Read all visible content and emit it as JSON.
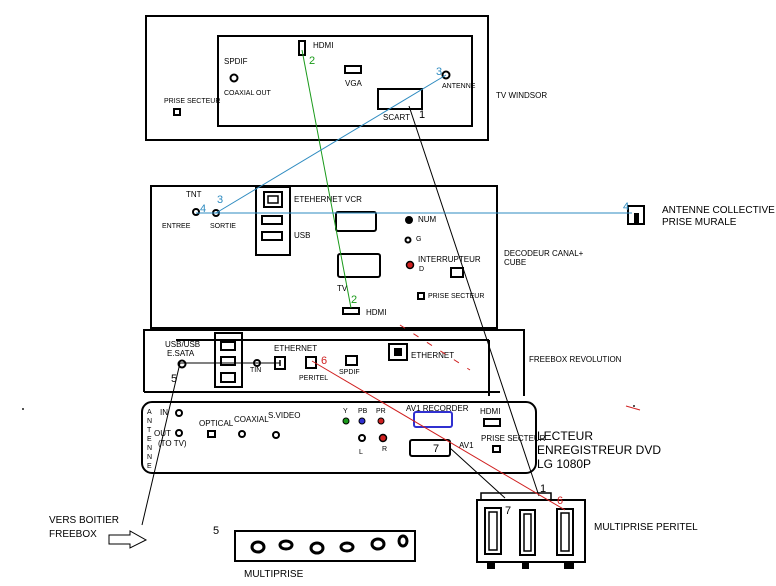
{
  "tv": {
    "hdmi": "HDMI",
    "spdif": "SPDIF",
    "coaxial_out": "COAXIAL OUT",
    "vga": "VGA",
    "antenne": "ANTENNE",
    "scart": "SCART",
    "prise_secteur": "PRISE SECTEUR",
    "name": "TV WINDSOR"
  },
  "decoder": {
    "tnt": "TNT",
    "entree": "ENTREE",
    "sortie": "SORTIE",
    "ethernet": "ETEHERNET",
    "usb": "USB",
    "vcr": "VCR",
    "num": "NUM",
    "g": "G",
    "d": "D",
    "tv": "TV",
    "interrupteur": "INTERRUPTEUR",
    "prise_secteur": "PRISE SECTEUR",
    "hdmi": "HDMI",
    "name_line1": "DECODEUR CANAL+",
    "name_line2": "CUBE"
  },
  "freebox": {
    "usb_usb": "USB/USB",
    "esata": "E.SATA",
    "ethernet_left": "ETHERNET",
    "ethernet_right": "ETHERNET",
    "tin": "TIN",
    "peritel": "PERITEL",
    "spdif": "SPDIF",
    "name": "FREEBOX REVOLUTION"
  },
  "dvd": {
    "antenna_letters": [
      "A",
      "N",
      "T",
      "E",
      "N",
      "N",
      "E"
    ],
    "in": "IN",
    "out": "OUT",
    "to_tv": "(TO TV)",
    "optical": "OPTICAL",
    "coaxial": "COAXIAL",
    "svideo": "S.VIDEO",
    "y": "Y",
    "pb": "PB",
    "pr": "PR",
    "l": "L",
    "r": "R",
    "av1_recorder": "AV1 RECORDER",
    "hdmi": "HDMI",
    "av1": "AV1",
    "prise_secteur": "PRISE SECTEUR",
    "name_line1": "LECTEUR",
    "name_line2": "ENREGISTREUR DVD",
    "name_line3": "LG 1080P"
  },
  "antenne_collective": {
    "line1": "ANTENNE COLLECTIVE",
    "line2": "PRISE MURALE"
  },
  "multiprise_peritel": "MULTIPRISE PERITEL",
  "multiprise": "MULTIPRISE",
  "vers_boitier": {
    "line1": "VERS BOITIER",
    "line2": "FREEBOX"
  },
  "connection_numbers": {
    "n1_tv": "1",
    "n1_multi": "1",
    "n2_tv": "2",
    "n2_dec": "2",
    "n3_tv": "3",
    "n3_dec": "3",
    "n4_dec": "4",
    "n4_wall": "4",
    "n5_free": "5",
    "n5_multi": "5",
    "n6_free": "6",
    "n6_multi": "6",
    "n7_dvd": "7",
    "n7_multi": "7"
  },
  "colors": {
    "green": "#1a9a1a",
    "blue": "#2e8bc0",
    "red": "#d02020",
    "dvd_port_blue": "#3030d0"
  }
}
